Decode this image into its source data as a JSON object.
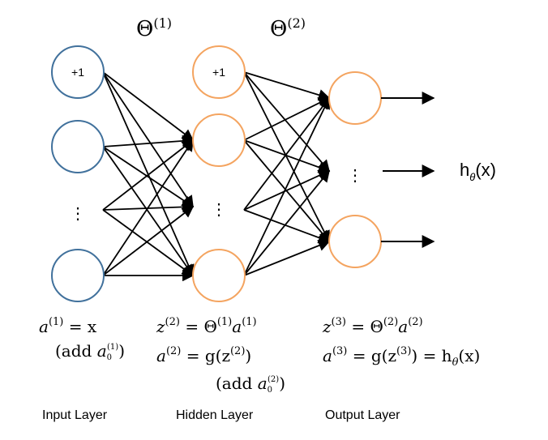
{
  "theta_labels": {
    "theta1": {
      "base": "Θ",
      "sup": "(1)"
    },
    "theta2": {
      "base": "Θ",
      "sup": "(2)"
    }
  },
  "bias_label": "+1",
  "output_label": {
    "base": "h",
    "sub": "θ",
    "arg": "(x)"
  },
  "colors": {
    "input_node": "#41719c",
    "hidden_node": "#f4a460",
    "edge": "#000000"
  },
  "equations": {
    "input": {
      "line1": {
        "lhs": "a",
        "sup": "(1)",
        "rhs": " = x"
      },
      "note": {
        "prefix": "(add ",
        "var": "a",
        "sub": "0",
        "sup": "(1)",
        "suffix": ")"
      }
    },
    "hidden": {
      "line1": {
        "lhs": "z",
        "sup1": "(2)",
        "eq": " = Θ",
        "sup2": "(1)",
        "var": "a",
        "sup3": "(1)"
      },
      "line2": {
        "lhs": "a",
        "sup1": "(2)",
        "eq": " = g(z",
        "sup2": "(2)",
        "end": ")"
      },
      "note": {
        "prefix": "(add ",
        "var": "a",
        "sub": "0",
        "sup": "(2)",
        "suffix": ")"
      }
    },
    "output": {
      "line1": {
        "lhs": "z",
        "sup1": "(3)",
        "eq": " = Θ",
        "sup2": "(2)",
        "var": "a",
        "sup3": "(2)"
      },
      "line2": {
        "lhs": "a",
        "sup1": "(3)",
        "eq": " = g(z",
        "sup2": "(3)",
        "mid": ") = h",
        "sub": "θ",
        "end": "(x)"
      }
    }
  },
  "layer_labels": {
    "input": "Input Layer",
    "hidden": "Hidden Layer",
    "output": "Output Layer"
  },
  "ellipsis": "⋮"
}
